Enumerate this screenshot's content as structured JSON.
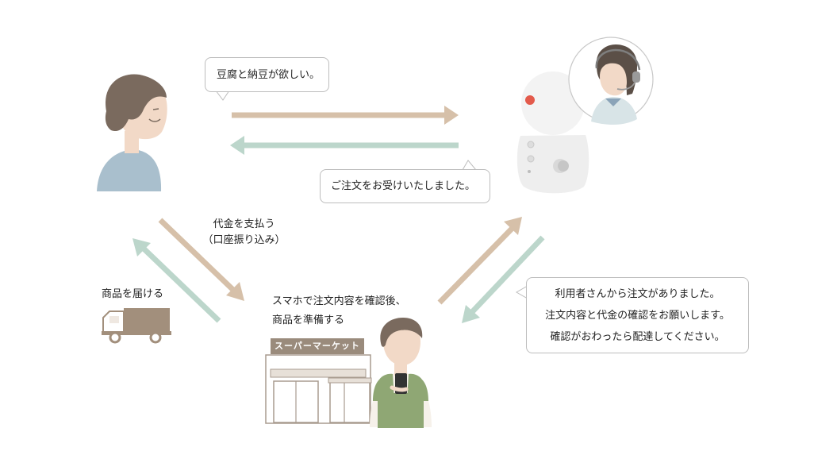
{
  "customer_request": "豆腐と納豆が欲しい。",
  "order_confirmation": "ご注文をお受けいたしました。",
  "payment": {
    "line1": "代金を支払う",
    "line2": "（口座振り込み）"
  },
  "delivery": "商品を届ける",
  "store_action": {
    "line1": "スマホで注文内容を確認後、",
    "line2": "商品を準備する"
  },
  "store_sign": "スーパーマーケット",
  "operator_message": {
    "line1": "利用者さんから注文がありました。",
    "line2": "注文内容と代金の確認をお願いします。",
    "line3": "確認がおわったら配達してください。"
  },
  "colors": {
    "arrow_brown": "#d6c0a9",
    "arrow_green": "#bcd6cb",
    "bubble_border": "#bdbdbd",
    "truck": "#a28f7c",
    "sign": "#9a8b7c",
    "apron": "#8fa774",
    "skin": "#f2d9c7",
    "hair": "#7a6a5e"
  },
  "icons": [
    "customer-figure",
    "robot-device",
    "operator-with-headset",
    "delivery-truck",
    "supermarket-storefront",
    "store-staff-with-phone"
  ]
}
